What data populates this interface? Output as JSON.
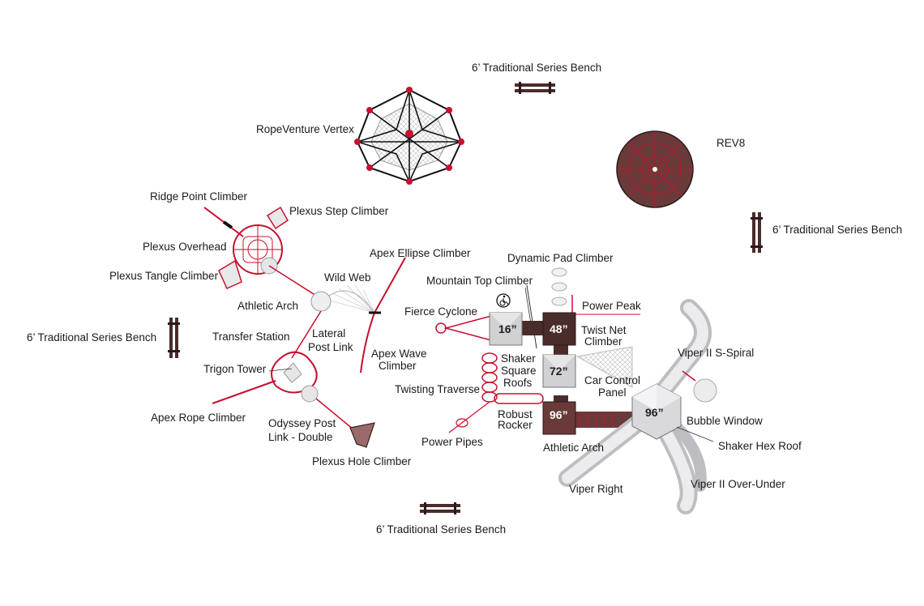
{
  "colors": {
    "accent_red": "#c8102e",
    "bench_brown": "#4a2c2a",
    "deck_gray": "#cfcfd2",
    "slide_gray": "#d9d9dc"
  },
  "labels": {
    "bench_top": "6’ Traditional Series Bench",
    "rope_vertex": "RopeVenture Vertex",
    "rev8": "REV8",
    "bench_right": "6’ Traditional Series Bench",
    "ridge_point": "Ridge Point Climber",
    "plexus_step": "Plexus Step Climber",
    "plexus_overhead": "Plexus Overhead",
    "apex_ellipse": "Apex Ellipse Climber",
    "dynamic_pad": "Dynamic Pad Climber",
    "plexus_tangle": "Plexus Tangle Climber",
    "wild_web": "Wild Web",
    "mountain_top": "Mountain Top Climber",
    "athletic_arch_left": "Athletic Arch",
    "fierce_cyclone": "Fierce Cyclone",
    "power_peak": "Power Peak",
    "bench_left": "6’ Traditional Series Bench",
    "transfer_station": "Transfer Station",
    "lateral_post_link_1": "Lateral",
    "lateral_post_link_2": "Post Link",
    "twist_net_1": "Twist Net",
    "twist_net_2": "Climber",
    "apex_wave_1": "Apex Wave",
    "apex_wave_2": "Climber",
    "shaker_square_1": "Shaker",
    "shaker_square_2": "Square",
    "shaker_square_3": "Roofs",
    "viper_s_spiral": "Viper II S-Spiral",
    "trigon_tower": "Trigon Tower",
    "car_control_1": "Car Control",
    "car_control_2": "Panel",
    "twisting_traverse": "Twisting Traverse",
    "robust_rocker_1": "Robust",
    "robust_rocker_2": "Rocker",
    "bubble_window": "Bubble Window",
    "apex_rope": "Apex Rope Climber",
    "odyssey_post_1": "Odyssey Post",
    "odyssey_post_2": "Link - Double",
    "shaker_hex": "Shaker Hex Roof",
    "power_pipes": "Power Pipes",
    "athletic_arch_right": "Athletic Arch",
    "plexus_hole": "Plexus Hole Climber",
    "viper_right": "Viper Right",
    "viper_over_under": "Viper II Over-Under",
    "bench_bottom": "6’ Traditional Series Bench"
  },
  "decks": {
    "d16": "16”",
    "d48": "48”",
    "d72": "72”",
    "d96a": "96”",
    "d96b": "96”"
  },
  "icons": {
    "accessibility": "wheelchair-icon"
  }
}
